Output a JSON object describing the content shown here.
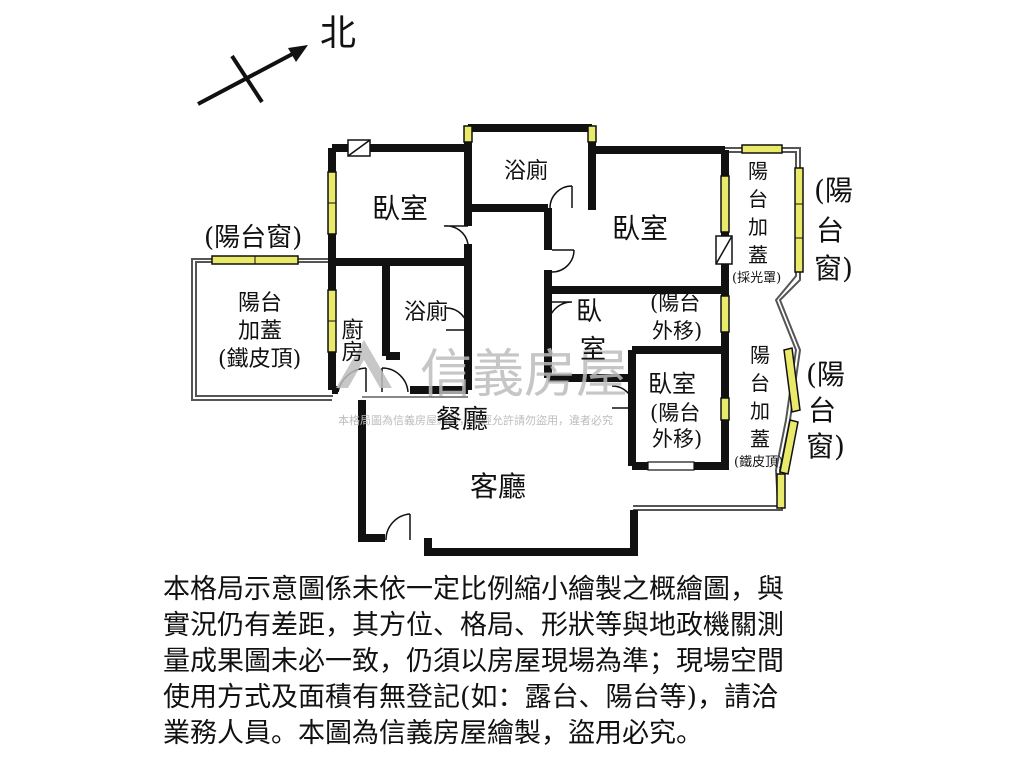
{
  "compass": {
    "north_label": "北"
  },
  "rooms": {
    "bedroom_top_left": "臥室",
    "bath_top": "浴廁",
    "bedroom_top_right": "臥室",
    "kitchen": "廚房",
    "bath_mid": "浴廁",
    "bedroom_small_1": "臥",
    "bedroom_small_2": "室",
    "balcony_moved_out_1": "(陽台",
    "balcony_moved_out_2": "外移)",
    "bedroom_lower": "臥室",
    "bedroom_lower_note_1": "(陽台",
    "bedroom_lower_note_2": "外移)",
    "dining": "餐廳",
    "living": "客廳"
  },
  "left_balcony": {
    "window_label": "(陽台窗)",
    "line1": "陽台",
    "line2": "加蓋",
    "line3": "(鐵皮頂)"
  },
  "right_balcony_top": {
    "c1": "陽",
    "c2": "台",
    "c3": "加",
    "c4": "蓋",
    "note": "(採光罩)",
    "window_1": "(陽",
    "window_2": "台",
    "window_3": "窗)"
  },
  "right_balcony_bottom": {
    "c1": "陽",
    "c2": "台",
    "c3": "加",
    "c4": "蓋",
    "note": "(鐵皮頂)",
    "window_1": "(陽",
    "window_2": "台",
    "window_3": "窗)"
  },
  "watermark": {
    "brand": "信義房屋",
    "small": "本格局圖為信義房屋繪製，未經允許請勿盜用，違者必究"
  },
  "disclaimer": {
    "line1": "本格局示意圖係未依一定比例縮小繪製之概繪圖，與",
    "line2": "實況仍有差距，其方位、格局、形狀等與地政機關測",
    "line3": "量成果圖未必一致，仍須以房屋現場為準；現場空間",
    "line4": "使用方式及面積有無登記(如：露台、陽台等)，請洽",
    "line5": "業務人員。本圖為信義房屋繪製，盜用必究。"
  },
  "colors": {
    "wall": "#111111",
    "window_fill": "#e9e96a",
    "watermark": "#bdbdbd"
  }
}
